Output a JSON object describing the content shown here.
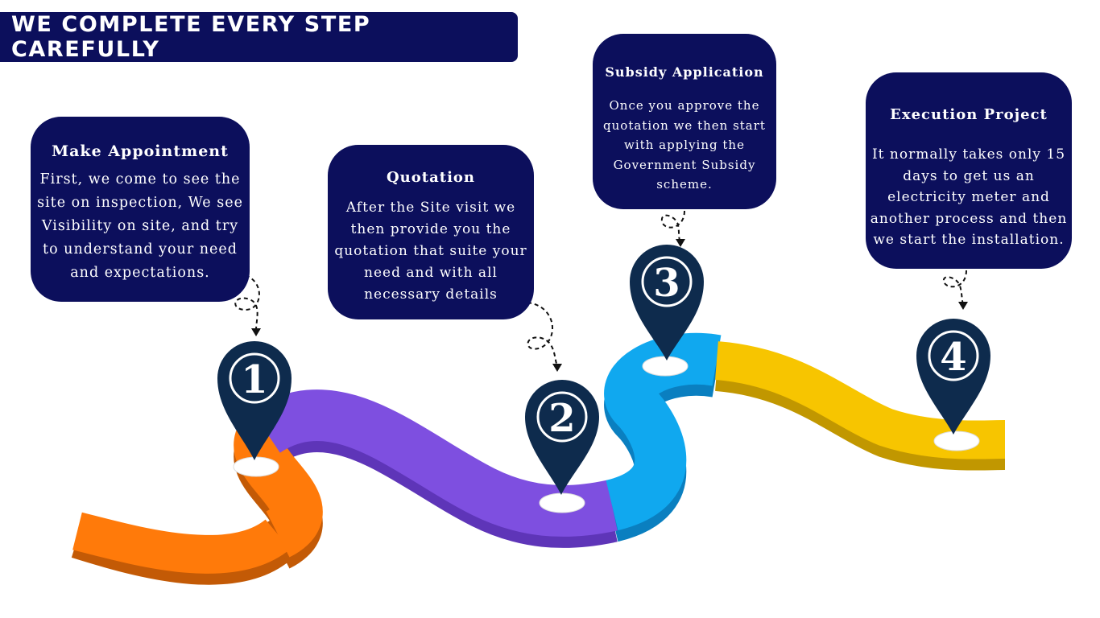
{
  "header": {
    "title": "WE COMPLETE EVERY STEP CAREFULLY"
  },
  "steps": [
    {
      "number": "1",
      "title": "Make Appointment",
      "text": "First, we come to see the site on inspection, We see Visibility on site, and try to understand your need and expectations.",
      "color": "#ff7a0a"
    },
    {
      "number": "2",
      "title": "Quotation",
      "text": "After the Site visit we then provide you the quotation that suite your need and with all necessary details",
      "color": "#7e4fe0"
    },
    {
      "number": "3",
      "title": "Subsidy Application",
      "text": "Once you approve the quotation we then start with applying the Government Subsidy scheme.",
      "color": "#10a8ef"
    },
    {
      "number": "4",
      "title": "Execution Project",
      "text": "It normally takes only 15 days to get us an electricity meter and another process and then we start the installation.",
      "color": "#f7c500"
    }
  ],
  "colors": {
    "card": "#0c0f5c",
    "pin": "#0e2b4d"
  },
  "icons": [
    "map-pin-icon",
    "dashed-arrow-icon"
  ]
}
